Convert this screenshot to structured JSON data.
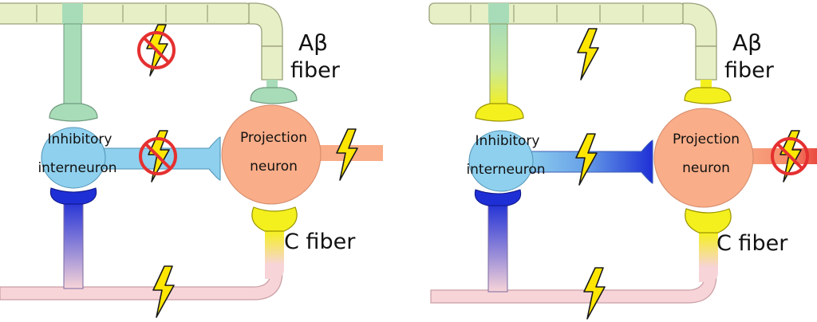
{
  "panels": [
    {
      "id": "left",
      "labels": {
        "inhibitory": [
          "Inhibitory",
          "interneuron"
        ],
        "projection": [
          "Projection",
          "neuron"
        ],
        "abeta": [
          "Aβ",
          "fiber"
        ],
        "cfiber": "C fiber"
      },
      "signals": {
        "abeta_fiber": "blocked",
        "interneuron_output": "blocked",
        "projection_output": "active",
        "c_fiber": "active"
      }
    },
    {
      "id": "right",
      "labels": {
        "inhibitory": [
          "Inhibitory",
          "interneuron"
        ],
        "projection": [
          "Projection",
          "neuron"
        ],
        "abeta": [
          "Aβ",
          "fiber"
        ],
        "cfiber": "C fiber"
      },
      "signals": {
        "abeta_fiber": "active",
        "interneuron_output": "active",
        "projection_output": "blocked",
        "c_fiber": "active"
      }
    }
  ],
  "colors": {
    "abeta_fiber": "#e6efc6",
    "abeta_green": "#a8dcb8",
    "active_yellow": "#f4f01e",
    "c_fiber": "#f7d4d8",
    "inhibitory_cell": "#8fd0ee",
    "inhibitory_dark": "#1f2fd6",
    "projection_cell": "#f9ad88",
    "bolt": "#ffe600",
    "no_symbol": "#e53030"
  }
}
